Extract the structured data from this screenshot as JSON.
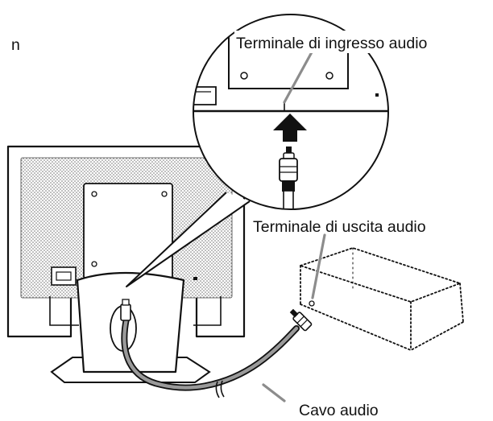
{
  "labels": {
    "fragment_left": "n",
    "audio_input_terminal": "Terminale di ingresso audio",
    "audio_output_terminal": "Terminale di uscita audio",
    "audio_cable": "Cavo audio"
  }
}
